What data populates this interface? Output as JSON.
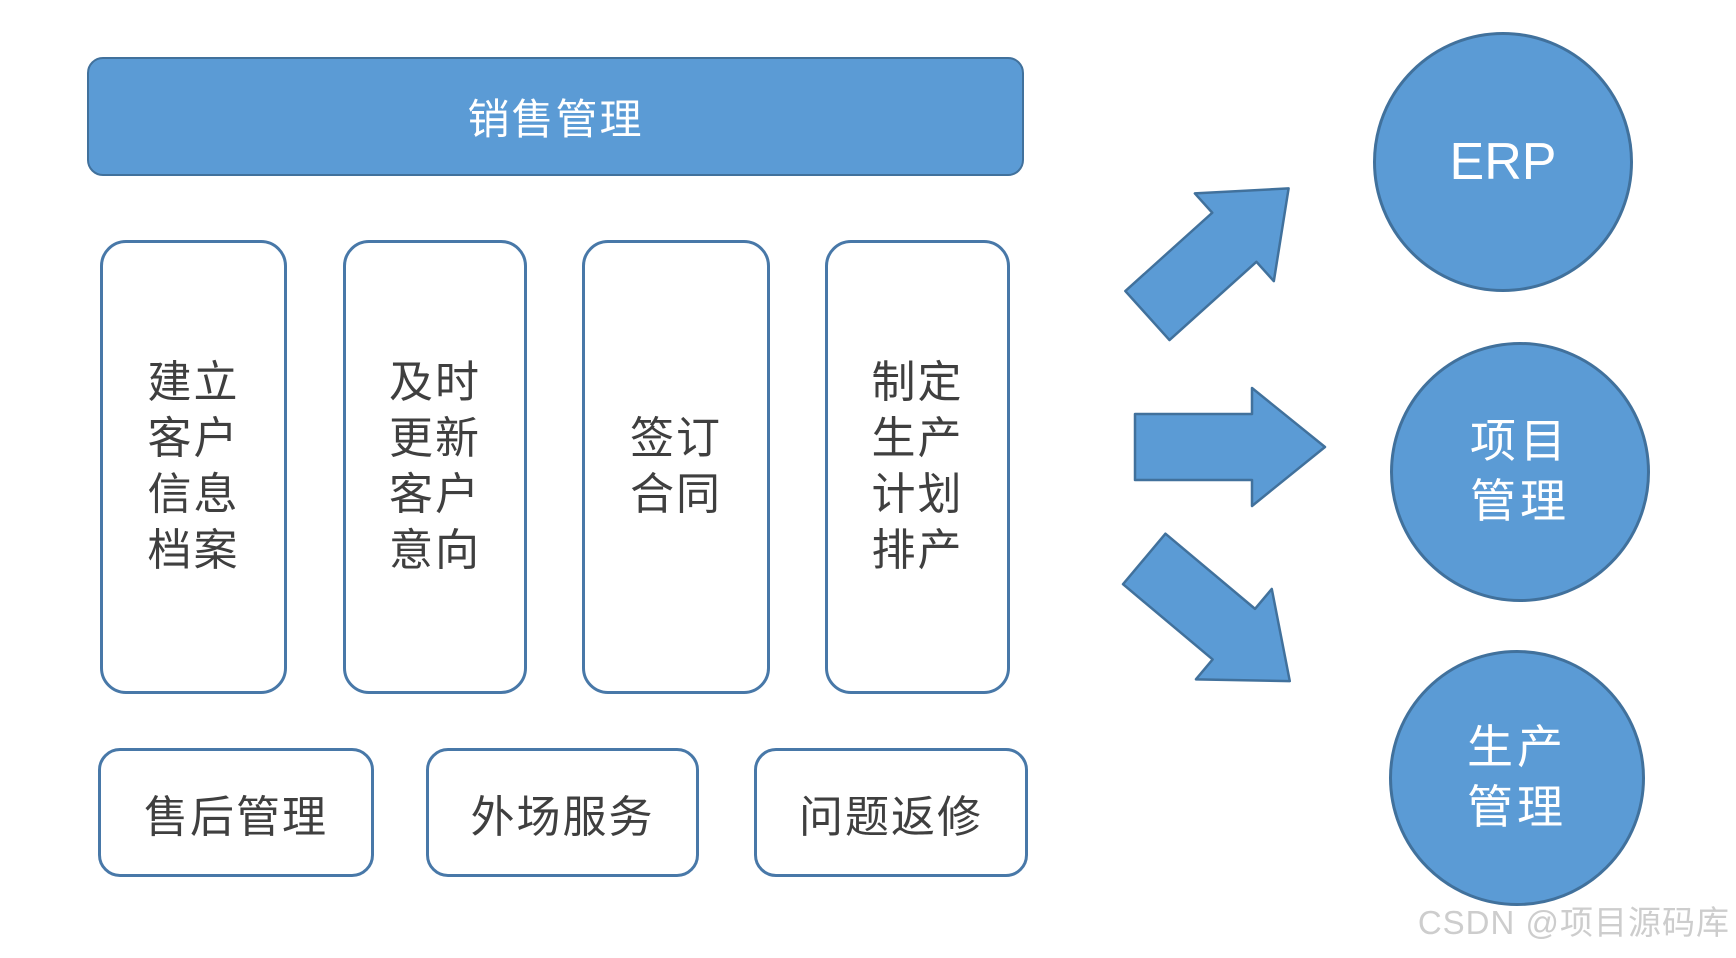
{
  "diagram": {
    "header": {
      "label": "销售管理"
    },
    "process_boxes": [
      {
        "name": "customer-archive",
        "lines": [
          "建立",
          "客户",
          "信息",
          "档案"
        ]
      },
      {
        "name": "update-intent",
        "lines": [
          "及时",
          "更新",
          "客户",
          "意向"
        ]
      },
      {
        "name": "sign-contract",
        "lines": [
          "签订",
          "合同"
        ]
      },
      {
        "name": "production-plan",
        "lines": [
          "制定",
          "生产",
          "计划",
          "排产"
        ]
      }
    ],
    "bottom_boxes": [
      {
        "label": "售后管理"
      },
      {
        "label": "外场服务"
      },
      {
        "label": "问题返修"
      }
    ],
    "arrows": [
      {
        "direction": "up-right"
      },
      {
        "direction": "right"
      },
      {
        "direction": "down-right"
      }
    ],
    "target_circles": [
      {
        "label": "ERP",
        "lines": [
          "ERP"
        ]
      },
      {
        "label": "项目管理",
        "lines": [
          "项目",
          "管理"
        ]
      },
      {
        "label": "生产管理",
        "lines": [
          "生产",
          "管理"
        ]
      }
    ],
    "watermark": "CSDN @项目源码库",
    "colors": {
      "fill_blue": "#5B9BD5",
      "border_dark_blue": "#41719C",
      "box_border_blue": "#4878A8",
      "text_dark": "#3F3F3F",
      "text_white": "#FFFFFF",
      "watermark_gray": "#CDCDCD"
    }
  }
}
